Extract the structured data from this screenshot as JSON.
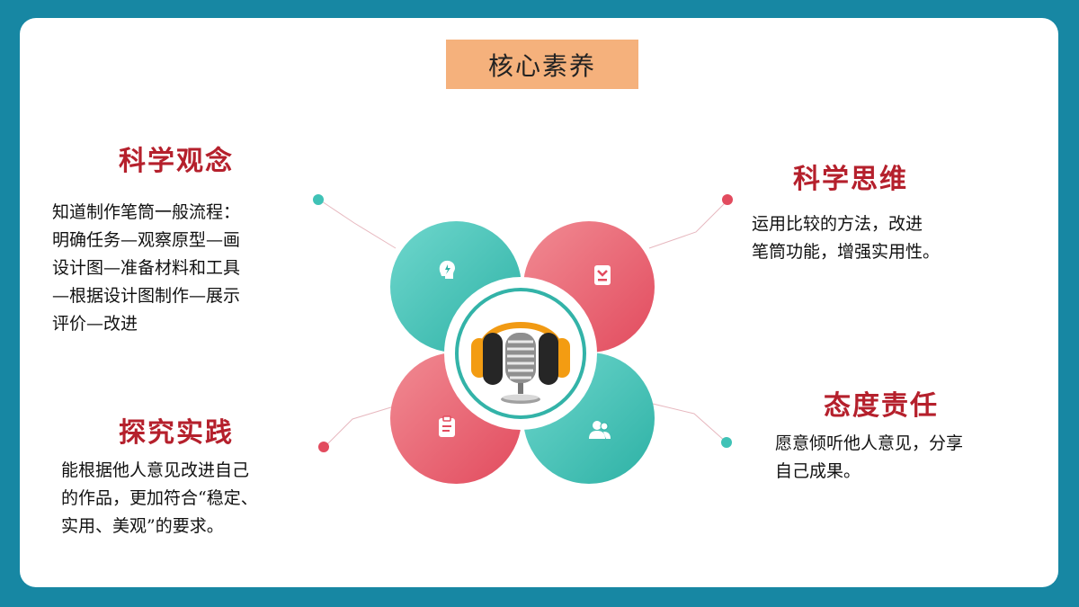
{
  "title": "核心素养",
  "sections": {
    "concept": {
      "heading": "科学观念",
      "lines": [
        "知道制作笔筒一般流程：",
        "明确任务—观察原型—画",
        "设计图—准备材料和工具",
        "—根据设计图制作—展示",
        "评价—改进"
      ]
    },
    "thinking": {
      "heading": "科学思维",
      "lines": [
        "运用比较的方法，改进",
        "笔筒功能，增强实用性。"
      ]
    },
    "practice": {
      "heading": "探究实践",
      "lines": [
        "能根据他人意见改进自己",
        "的作品，更加符合“稳定、",
        "实用、美观”的要求。"
      ]
    },
    "attitude": {
      "heading": "态度责任",
      "lines": [
        "愿意倾听他人意见，分享",
        "自己成果。"
      ]
    }
  },
  "icons": [
    "lightbulb-head-icon",
    "beaker-icon",
    "clipboard-icon",
    "users-icon",
    "microphone-headphones-icon"
  ],
  "colors": {
    "frame": "#1787a3",
    "teal": "#2db1a5",
    "pink": "#e24b5e",
    "heading": "#b5202c",
    "title_bg": "#f5b17c"
  }
}
